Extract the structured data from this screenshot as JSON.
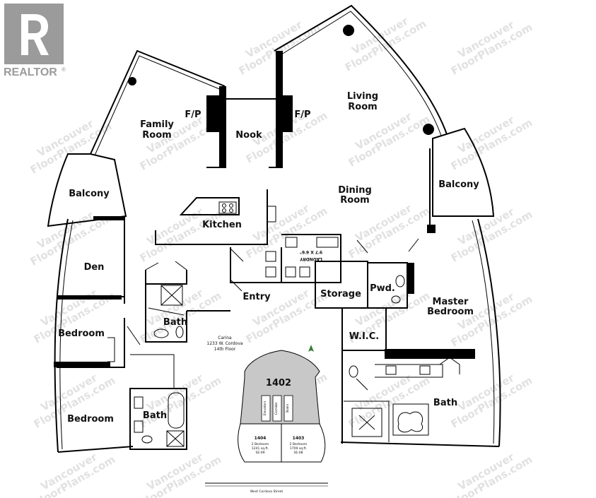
{
  "logo": {
    "label": "REALTOR",
    "mark": "®",
    "color": "#9b9b9b"
  },
  "watermark": {
    "line1": "Vancouver",
    "line2": "FloorPlans",
    "suffix": ".com"
  },
  "rooms": {
    "family_room_1": "Family",
    "family_room_2": "Room",
    "fp_left": "F/P",
    "nook": "Nook",
    "fp_right": "F/P",
    "living_room_1": "Living",
    "living_room_2": "Room",
    "balcony_left": "Balcony",
    "balcony_right": "Balcony",
    "dining_1": "Dining",
    "dining_2": "Room",
    "kitchen": "Kitchen",
    "den": "Den",
    "laundry": "LAUNDRY",
    "laundry_dims": "9'7 X 6'6\"",
    "bath_upper": "Bath",
    "entry": "Entry",
    "storage": "Storage",
    "powder": "Pwd.",
    "master_1": "Master",
    "master_2": "Bedroom",
    "bedroom_1": "Bedroom",
    "wic": "W.I.C.",
    "bedroom_2": "Bedroom",
    "bath_lower": "Bath",
    "bath_master": "Bath"
  },
  "key_plan": {
    "building": "Carina",
    "address": "1233 W. Cordova",
    "floor": "14th Floor",
    "unit_main": "1402",
    "unit_left": "1404",
    "unit_left_desc": "2 Bedroom",
    "unit_left_area": "1241 sq.ft.",
    "unit_left_id": "SE-09",
    "unit_right": "1403",
    "unit_right_desc": "2 Bedroom",
    "unit_right_area": "1709 sq.ft.",
    "unit_right_id": "SE-08",
    "core_1": "Elevators",
    "core_2": "Corridor",
    "core_3": "Stairs",
    "street": "West Cordova Street",
    "highlight_color": "#c8c8c8"
  }
}
